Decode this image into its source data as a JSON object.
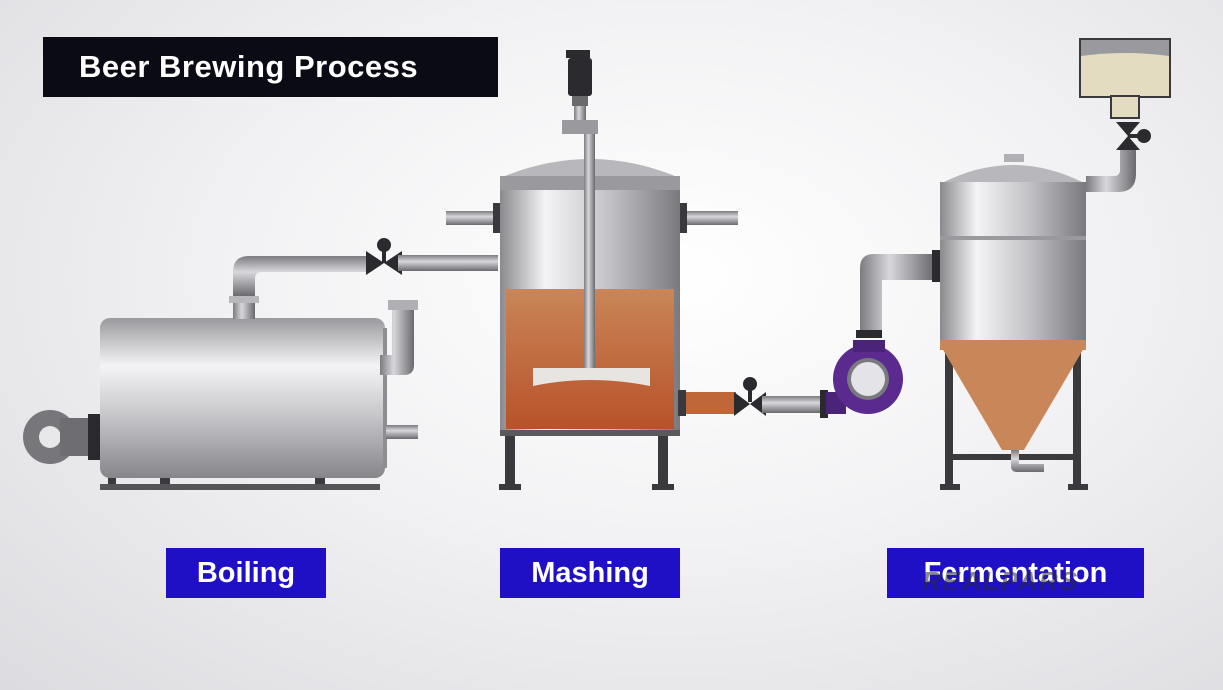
{
  "title": "Beer Brewing Process",
  "stages": {
    "boiling": "Boiling",
    "mashing": "Mashing",
    "fermentation": "Fermentation"
  },
  "watermark": "REALPARS",
  "colors": {
    "label_bg": "#1f10c6",
    "title_bg": "#0b0b16",
    "wort": "#c0673a",
    "pump": "#5a2a8e",
    "grain": "#e8e0c8"
  },
  "levels": {
    "mash_tank_fill": 0.5,
    "fermenter_fill": 0.45,
    "hopper_fill": 0.75
  }
}
